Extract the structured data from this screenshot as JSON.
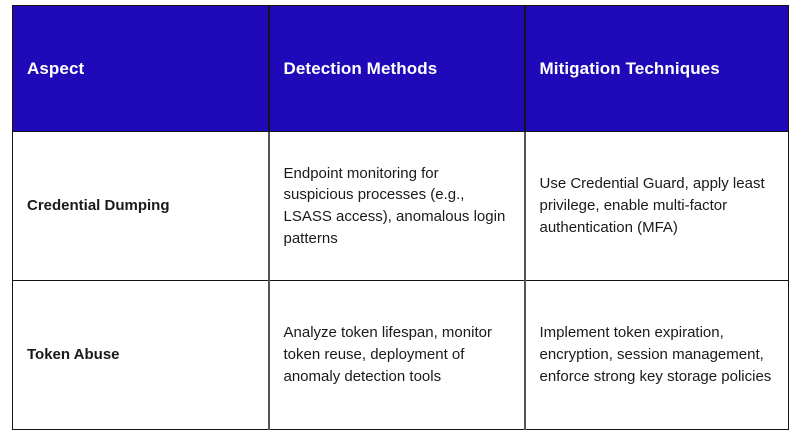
{
  "table": {
    "name": "detection-and-mitigation-comparison-table",
    "accent_color": "#2009B8",
    "header_text_color": "#FFFFFF",
    "body_text_color": "#1A1A1A",
    "border_color": "#141414",
    "columns": [
      {
        "key": "aspect",
        "label": "Aspect"
      },
      {
        "key": "detection",
        "label": "Detection Methods"
      },
      {
        "key": "mitigation",
        "label": "Mitigation Techniques"
      }
    ],
    "rows": [
      {
        "aspect": "Credential Dumping",
        "detection": "Endpoint monitoring for suspicious processes (e.g., LSASS access), anomalous login patterns",
        "mitigation": "Use Credential Guard, apply least privilege, enable multi-factor authentication (MFA)"
      },
      {
        "aspect": "Token Abuse",
        "detection": "Analyze token lifespan, monitor token reuse, deployment of anomaly detection tools",
        "mitigation": "Implement token expiration, encryption, session management, enforce strong key storage policies"
      }
    ]
  }
}
